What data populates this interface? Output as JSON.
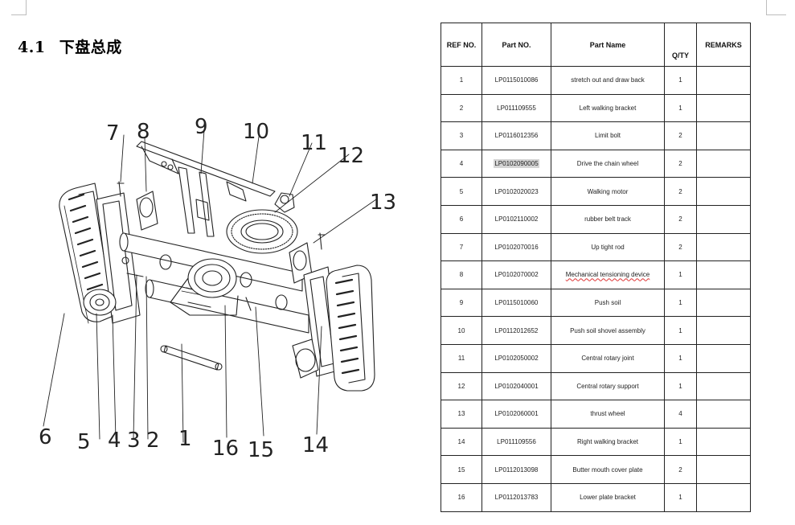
{
  "section": {
    "number": "4.1",
    "title": "下盘总成"
  },
  "callouts": [
    "1",
    "2",
    "3",
    "4",
    "5",
    "6",
    "7",
    "8",
    "9",
    "10",
    "11",
    "12",
    "13",
    "14",
    "15",
    "16"
  ],
  "table": {
    "headers": [
      "REF NO.",
      "Part NO.",
      "Part Name",
      "Q/TY",
      "REMARKS"
    ],
    "rows": [
      {
        "ref": "1",
        "part_no": "LP0115010086",
        "name": "stretch out and draw back",
        "qty": "1",
        "remarks": ""
      },
      {
        "ref": "2",
        "part_no": "LP011109555",
        "name": "Left walking bracket",
        "qty": "1",
        "remarks": ""
      },
      {
        "ref": "3",
        "part_no": "LP0116012356",
        "name": "Limit bolt",
        "qty": "2",
        "remarks": ""
      },
      {
        "ref": "4",
        "part_no": "LP0102090005",
        "name": "Drive the chain wheel",
        "qty": "2",
        "remarks": ""
      },
      {
        "ref": "5",
        "part_no": "LP0102020023",
        "name": "Walking motor",
        "qty": "2",
        "remarks": ""
      },
      {
        "ref": "6",
        "part_no": "LP0102110002",
        "name": "rubber belt track",
        "qty": "2",
        "remarks": ""
      },
      {
        "ref": "7",
        "part_no": "LP0102070016",
        "name": "Up tight rod",
        "qty": "2",
        "remarks": ""
      },
      {
        "ref": "8",
        "part_no": "LP0102070002",
        "name": "Mechanical tensioning device",
        "qty": "1",
        "remarks": ""
      },
      {
        "ref": "9",
        "part_no": "LP0115010060",
        "name": "Push soil",
        "qty": "1",
        "remarks": ""
      },
      {
        "ref": "10",
        "part_no": "LP0112012652",
        "name": "Push soil shovel assembly",
        "qty": "1",
        "remarks": ""
      },
      {
        "ref": "11",
        "part_no": "LP0102050002",
        "name": "Central rotary joint",
        "qty": "1",
        "remarks": ""
      },
      {
        "ref": "12",
        "part_no": "LP0102040001",
        "name": "Central rotary support",
        "qty": "1",
        "remarks": ""
      },
      {
        "ref": "13",
        "part_no": "LP0102060001",
        "name": "thrust wheel",
        "qty": "4",
        "remarks": ""
      },
      {
        "ref": "14",
        "part_no": "LP011109556",
        "name": "Right walking bracket",
        "qty": "1",
        "remarks": ""
      },
      {
        "ref": "15",
        "part_no": "LP0112013098",
        "name": "Butter mouth cover plate",
        "qty": "2",
        "remarks": ""
      },
      {
        "ref": "16",
        "part_no": "LP0112013783",
        "name": "Lower plate bracket",
        "qty": "1",
        "remarks": ""
      }
    ]
  }
}
